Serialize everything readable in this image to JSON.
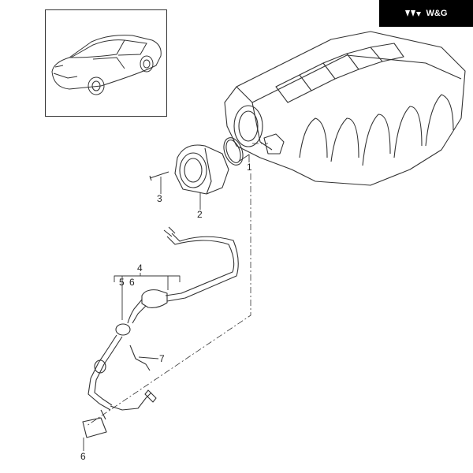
{
  "logo": {
    "text": "W&G"
  },
  "callouts": {
    "c1": "1",
    "c2": "2",
    "c3": "3",
    "c4": "4",
    "c5": "5",
    "c6a": "6",
    "c7": "7",
    "c6b": "6"
  }
}
